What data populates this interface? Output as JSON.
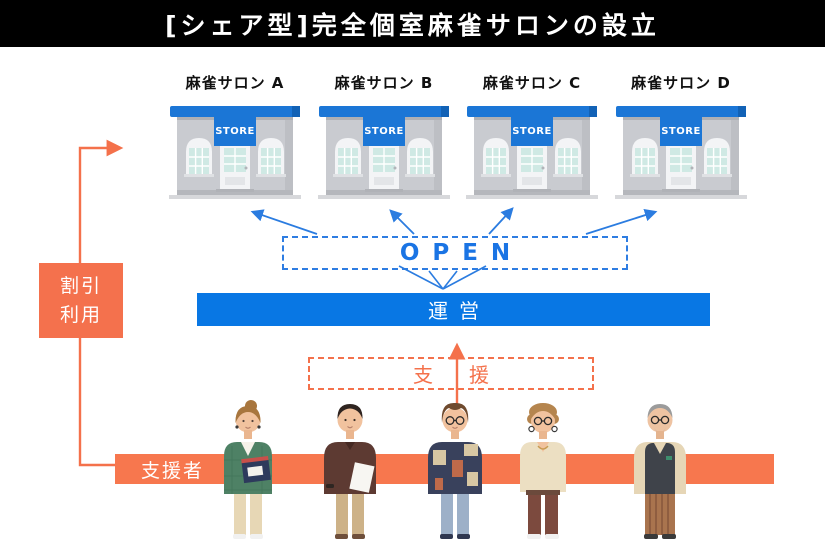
{
  "title": "[シェア型]完全個室麻雀サロンの設立",
  "salons": {
    "store_sign": "STORE",
    "items": [
      {
        "label": "麻雀サロン A"
      },
      {
        "label": "麻雀サロン B"
      },
      {
        "label": "麻雀サロン C"
      },
      {
        "label": "麻雀サロン D"
      }
    ]
  },
  "flow": {
    "open_label": "OPEN",
    "operation_label": "運営",
    "support_label": "支援",
    "supporters_label": "支援者",
    "discount_label": "割引利用"
  },
  "people": [
    {
      "name": "woman-with-books"
    },
    {
      "name": "man-with-document"
    },
    {
      "name": "man-in-patch-sweater"
    },
    {
      "name": "person-in-cream-blouse"
    },
    {
      "name": "elder-man-in-vest"
    }
  ],
  "colors": {
    "banner_black": "#000000",
    "store_blue": "#1b76d6",
    "operation_blue": "#0877e4",
    "arrow_blue": "#2b7ce0",
    "accent_orange": "#f4714b",
    "supporters_orange": "#f7774e"
  }
}
